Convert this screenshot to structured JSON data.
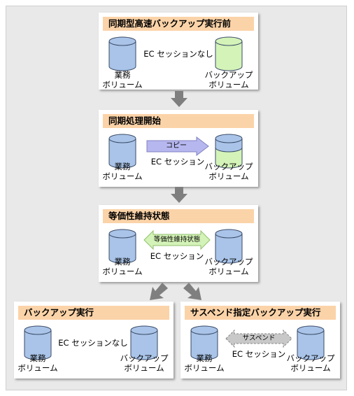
{
  "colors": {
    "title_bg": "#fbd3a8",
    "business_volume": "#a9c4e8",
    "backup_volume_empty": "#d4f3b8",
    "copy_arrow": "#b7b7f0",
    "sync_arrow": "#d4f3b8",
    "suspend_arrow": "#c8c8c8",
    "flow_arrow": "#7f7f7f"
  },
  "panels": {
    "before": {
      "title": "同期型高速バックアップ実行前",
      "business_volume": [
        "業務",
        "ボリューム"
      ],
      "backup_volume": [
        "バックアップ",
        "ボリューム"
      ],
      "session_text": "EC セッションなし"
    },
    "start": {
      "title": "同期処理開始",
      "business_volume": [
        "業務",
        "ボリューム"
      ],
      "backup_volume": [
        "バックアップ",
        "ボリューム"
      ],
      "arrow_text": "コピー",
      "session_text": "EC セッション"
    },
    "equivalent": {
      "title": "等価性維持状態",
      "business_volume": [
        "業務",
        "ボリューム"
      ],
      "backup_volume": [
        "バックアップ",
        "ボリューム"
      ],
      "arrow_text": "等価性維持状態",
      "session_text": "EC セッション"
    },
    "backup_exec": {
      "title": "バックアップ実行",
      "business_volume": [
        "業務",
        "ボリューム"
      ],
      "backup_volume": [
        "バックアップ",
        "ボリューム"
      ],
      "session_text": "EC セッションなし"
    },
    "suspend_exec": {
      "title": "サスペンド指定バックアップ実行",
      "business_volume": [
        "業務",
        "ボリューム"
      ],
      "backup_volume": [
        "バックアップ",
        "ボリューム"
      ],
      "arrow_text": "サスペンド",
      "session_text": "EC セッション"
    }
  }
}
